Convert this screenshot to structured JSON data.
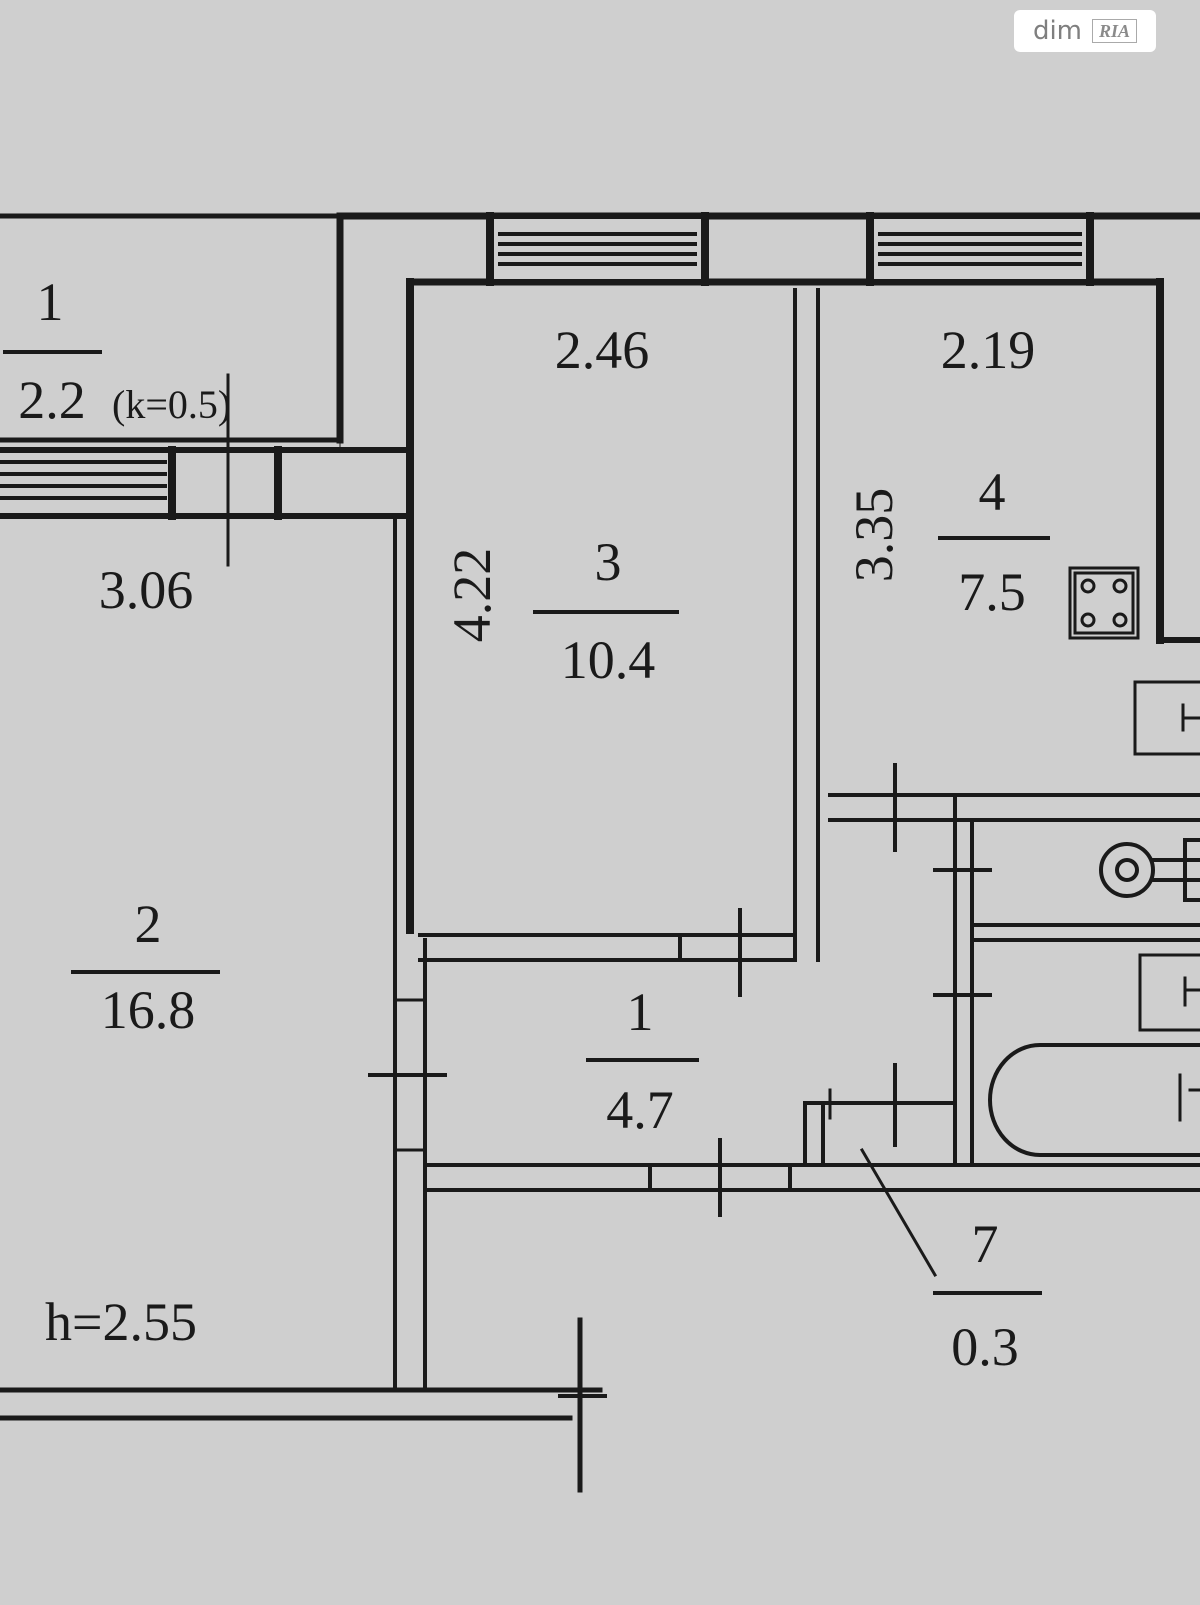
{
  "watermark": {
    "text": "dim",
    "logo": "RIA"
  },
  "rooms": [
    {
      "id": "balcony",
      "number": "1",
      "area": "2.2",
      "note": "(k=0.5)"
    },
    {
      "id": "living-room",
      "number": "2",
      "area": "16.8"
    },
    {
      "id": "bedroom",
      "number": "3",
      "area": "10.4"
    },
    {
      "id": "kitchen",
      "number": "4",
      "area": "7.5"
    },
    {
      "id": "hallway",
      "number": "1",
      "area": "4.7"
    },
    {
      "id": "closet",
      "number": "7",
      "area": "0.3"
    }
  ],
  "dimensions": {
    "bedroom_width": "2.46",
    "bedroom_depth": "4.22",
    "kitchen_width": "2.19",
    "kitchen_depth": "3.35",
    "living_width": "3.06"
  },
  "ceiling_height": "h=2.55",
  "fixtures": [
    "stove-icon",
    "sink-icon",
    "toilet-icon",
    "washbasin-icon",
    "bathtub-icon"
  ]
}
